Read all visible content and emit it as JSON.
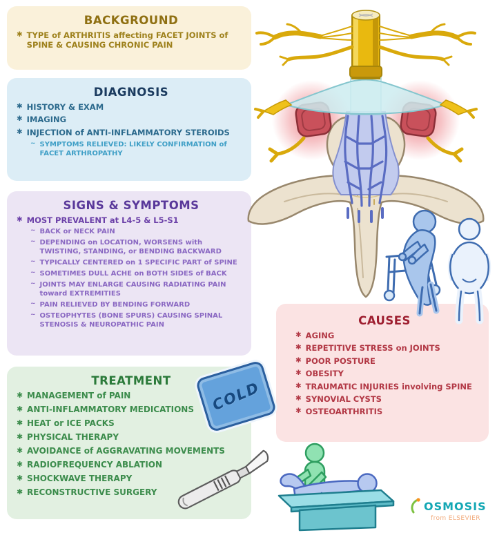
{
  "page": {
    "background": "#ffffff"
  },
  "glyphs": {
    "bullet": "✱",
    "sub_bullet": "~"
  },
  "sections": [
    {
      "id": "background",
      "title": "BACKGROUND",
      "panel_bg": "#faf1da",
      "title_color": "#8f7012",
      "text_color": "#9e811c",
      "sub_color": "#9e811c",
      "items": [
        {
          "level": 1,
          "text": "TYPE of ARTHRITIS affecting FACET JOINTS of SPINE & CAUSING CHRONIC PAIN"
        }
      ]
    },
    {
      "id": "diagnosis",
      "title": "DIAGNOSIS",
      "panel_bg": "#dcedf6",
      "title_color": "#1b3b5f",
      "text_color": "#2c6a8d",
      "sub_color": "#3f9fc6",
      "items": [
        {
          "level": 1,
          "text": "HISTORY & EXAM"
        },
        {
          "level": 1,
          "text": "IMAGING"
        },
        {
          "level": 1,
          "text": "INJECTION of ANTI-INFLAMMATORY STEROIDS"
        },
        {
          "level": 2,
          "text": "SYMPTOMS RELIEVED: LIKELY CONFIRMATION of FACET ARTHROPATHY"
        }
      ]
    },
    {
      "id": "signs-symptoms",
      "title": "SIGNS & SYMPTOMS",
      "panel_bg": "#ece5f4",
      "title_color": "#59389a",
      "text_color": "#6b40a8",
      "sub_color": "#8a68c2",
      "items": [
        {
          "level": 1,
          "text": "MOST PREVALENT at L4-5 & L5-S1"
        },
        {
          "level": 2,
          "text": "BACK or NECK PAIN"
        },
        {
          "level": 2,
          "text": "DEPENDING on LOCATION, WORSENS with TWISTING, STANDING, or BENDING BACKWARD"
        },
        {
          "level": 2,
          "text": "TYPICALLY CENTERED on 1 SPECIFIC PART of SPINE"
        },
        {
          "level": 2,
          "text": "SOMETIMES DULL ACHE on BOTH SIDES of BACK"
        },
        {
          "level": 2,
          "text": "JOINTS MAY ENLARGE CAUSING RADIATING PAIN toward EXTREMITIES"
        },
        {
          "level": 2,
          "text": "PAIN RELIEVED BY BENDING FORWARD"
        },
        {
          "level": 2,
          "text": "OSTEOPHYTES (BONE SPURS) CAUSING SPINAL STENOSIS & NEUROPATHIC PAIN"
        }
      ]
    },
    {
      "id": "treatment",
      "title": "TREATMENT",
      "panel_bg": "#e2f0e1",
      "title_color": "#2b7a3a",
      "text_color": "#3c8c4c",
      "sub_color": "#3c8c4c",
      "items": [
        {
          "level": 1,
          "text": "MANAGEMENT of PAIN"
        },
        {
          "level": 1,
          "text": "ANTI-INFLAMMATORY MEDICATIONS"
        },
        {
          "level": 1,
          "text": "HEAT or ICE PACKS"
        },
        {
          "level": 1,
          "text": "PHYSICAL THERAPY"
        },
        {
          "level": 1,
          "text": "AVOIDANCE of AGGRAVATING MOVEMENTS"
        },
        {
          "level": 1,
          "text": "RADIOFREQUENCY ABLATION"
        },
        {
          "level": 1,
          "text": "SHOCKWAVE THERAPY"
        },
        {
          "level": 1,
          "text": "RECONSTRUCTIVE SURGERY"
        }
      ]
    },
    {
      "id": "causes",
      "title": "CAUSES",
      "panel_bg": "#fbe3e3",
      "title_color": "#9e1f30",
      "text_color": "#b23845",
      "sub_color": "#b23845",
      "items": [
        {
          "level": 1,
          "text": "AGING"
        },
        {
          "level": 1,
          "text": "REPETITIVE STRESS on JOINTS"
        },
        {
          "level": 1,
          "text": "POOR POSTURE"
        },
        {
          "level": 1,
          "text": "OBESITY"
        },
        {
          "level": 1,
          "text": "TRAUMATIC INJURIES involving SPINE"
        },
        {
          "level": 1,
          "text": "SYNOVIAL CYSTS"
        },
        {
          "level": 1,
          "text": "OSTEOARTHRITIS"
        }
      ]
    }
  ],
  "cold_pack": {
    "label": "COLD",
    "fill": "#64a2dc",
    "text_color": "#17497f"
  },
  "illustration_colors": {
    "bone": "#ece2cf",
    "bone_outline": "#98876c",
    "spinal_cord_yellow": "#e9b90f",
    "dura_teal": "#cdeef0",
    "venous_plexus_blue": "#5a6cc2",
    "inflamed_facet_red": "#c9515b",
    "figure_blue": "#a9c6ec",
    "therapist_green": "#90e2b2",
    "table_teal": "#9adee6"
  },
  "logo": {
    "name": "OSMOSIS",
    "tagline": "from ELSEVIER",
    "brand_color": "#12a7b4",
    "tagline_color": "#f2ac7e"
  }
}
